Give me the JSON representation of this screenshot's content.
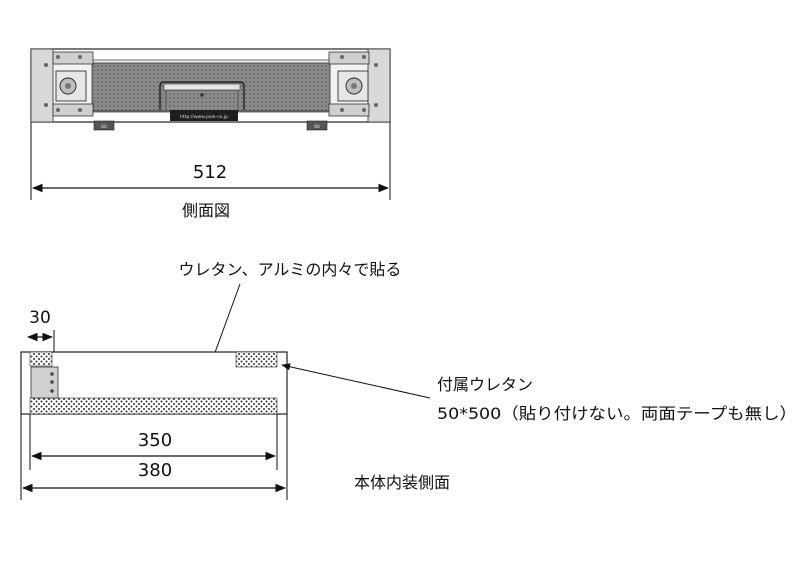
{
  "side_view": {
    "dimension_width": "512",
    "caption": "側面図",
    "handle_plate_text": "http://www.pole-co.jp",
    "foot_left_text": "60",
    "foot_right_text": "60"
  },
  "interior_view": {
    "top_note": "ウレタン、アルミの内々で貼る",
    "dimension_30": "30",
    "dimension_350": "350",
    "dimension_380": "380",
    "accessory_title": "付属ウレタン",
    "accessory_detail": "50*500（貼り付けない。両面テープも無し）",
    "caption": "本体内装側面"
  }
}
